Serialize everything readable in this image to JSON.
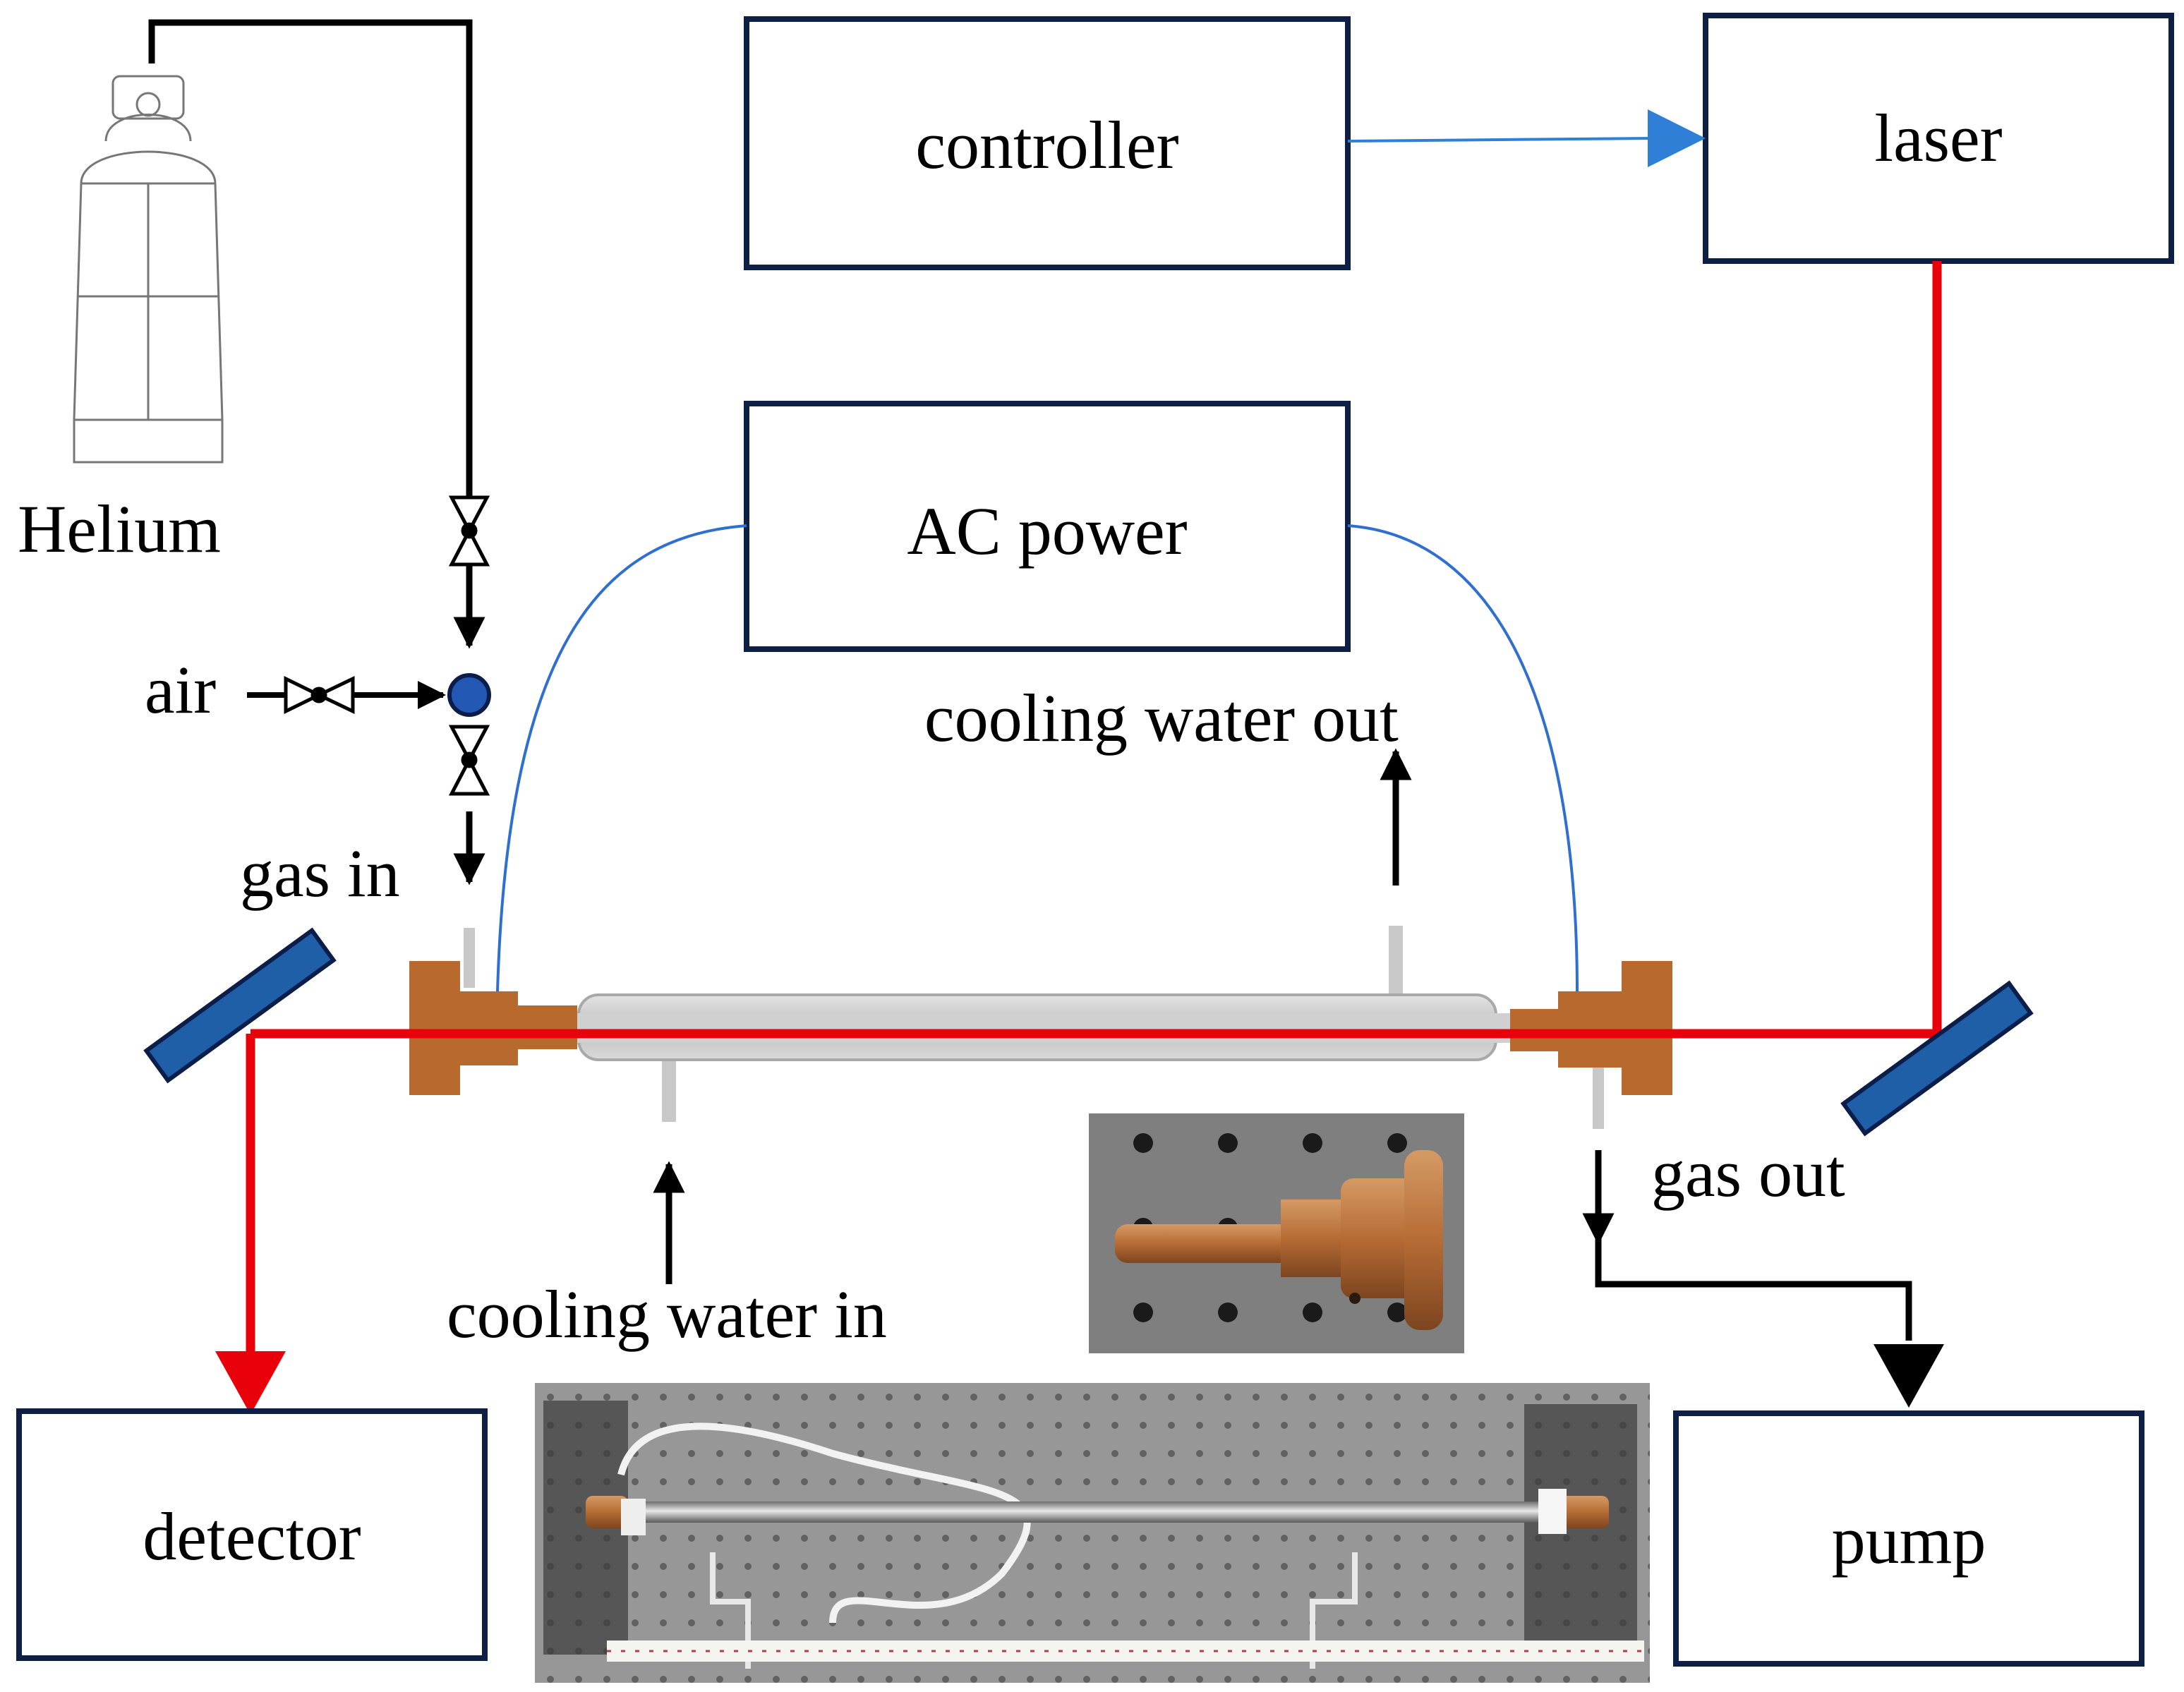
{
  "labels": {
    "helium": "Helium",
    "air": "air",
    "gas_in": "gas in",
    "gas_out": "gas out",
    "cooling_water_out": "cooling water out",
    "cooling_water_in": "cooling water in"
  },
  "boxes": {
    "controller": "controller",
    "laser": "laser",
    "ac_power": "AC power",
    "detector": "detector",
    "pump": "pump"
  },
  "colors": {
    "laser_beam": "#e8000b",
    "box_border": "#0e1f45",
    "electric_wire": "#2f6fd0",
    "control_arrow": "#2f7fd6",
    "copper": "#b86a2e",
    "mirror": "#1f5fa8",
    "tube": "#c8c8c8"
  }
}
